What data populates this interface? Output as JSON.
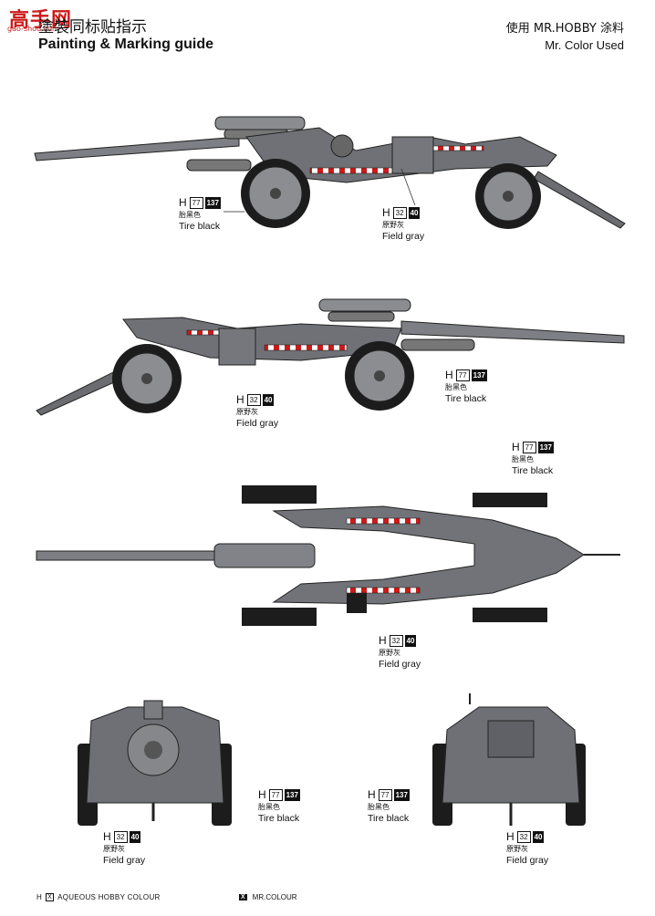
{
  "header": {
    "logo_main": "高手网",
    "logo_sub": "gao-shou.com",
    "title_cn": "塗裝同标贴指示",
    "title_en": "Painting & Marking guide",
    "brand_cn": "使用 MR.HOBBY 涂料",
    "brand_en": "Mr. Color Used"
  },
  "colors": {
    "gun_gray": "#7d7f84",
    "tire_black": "#1c1c1c",
    "accent_red": "#cc1a1a"
  },
  "callouts": [
    {
      "h": "H",
      "a": "77",
      "b": "137",
      "cn": "胎黑色",
      "en": "Tire black"
    },
    {
      "h": "H",
      "a": "32",
      "b": "40",
      "cn": "原野灰",
      "en": "Field gray"
    },
    {
      "h": "H",
      "a": "32",
      "b": "40",
      "cn": "原野灰",
      "en": "Field gray"
    },
    {
      "h": "H",
      "a": "77",
      "b": "137",
      "cn": "胎黑色",
      "en": "Tire black"
    },
    {
      "h": "H",
      "a": "77",
      "b": "137",
      "cn": "胎黑色",
      "en": "Tire black"
    },
    {
      "h": "H",
      "a": "32",
      "b": "40",
      "cn": "原野灰",
      "en": "Field gray"
    },
    {
      "h": "H",
      "a": "77",
      "b": "137",
      "cn": "胎黑色",
      "en": "Tire black"
    },
    {
      "h": "H",
      "a": "32",
      "b": "40",
      "cn": "原野灰",
      "en": "Field gray"
    },
    {
      "h": "H",
      "a": "77",
      "b": "137",
      "cn": "胎黑色",
      "en": "Tire black"
    },
    {
      "h": "H",
      "a": "32",
      "b": "40",
      "cn": "原野灰",
      "en": "Field gray"
    }
  ],
  "footer": {
    "h": "H",
    "box": "X",
    "aqueous": "AQUEOUS HOBBY COLOUR",
    "dark_box": "X",
    "mr": "MR.COLOUR"
  }
}
